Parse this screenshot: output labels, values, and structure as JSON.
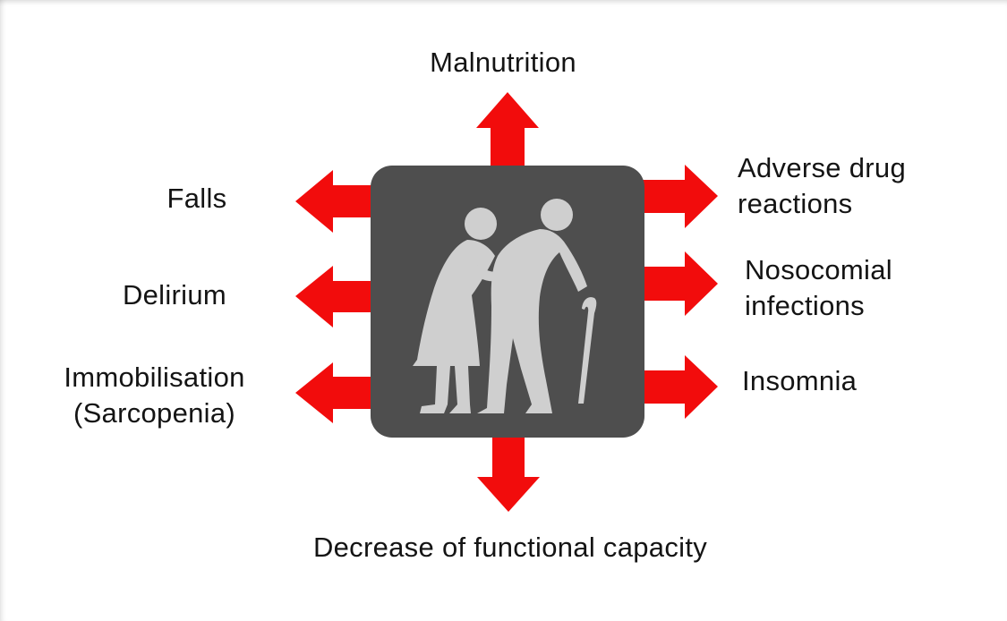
{
  "colors": {
    "arrow": "#f20c0c",
    "center_box": "#4e4e4e",
    "figures": "#cfcfcf",
    "text": "#141414"
  },
  "center_icon": "elderly-couple-with-cane-icon",
  "labels": {
    "top": "Malnutrition",
    "bottom": "Decrease of functional capacity",
    "left_1": "Falls",
    "left_2": "Delirium",
    "left_3_line1": "Immobilisation",
    "left_3_line2": "(Sarcopenia)",
    "right_1_line1": "Adverse drug",
    "right_1_line2": "reactions",
    "right_2_line1": "Nosocomial",
    "right_2_line2": "infections",
    "right_3": "Insomnia"
  }
}
